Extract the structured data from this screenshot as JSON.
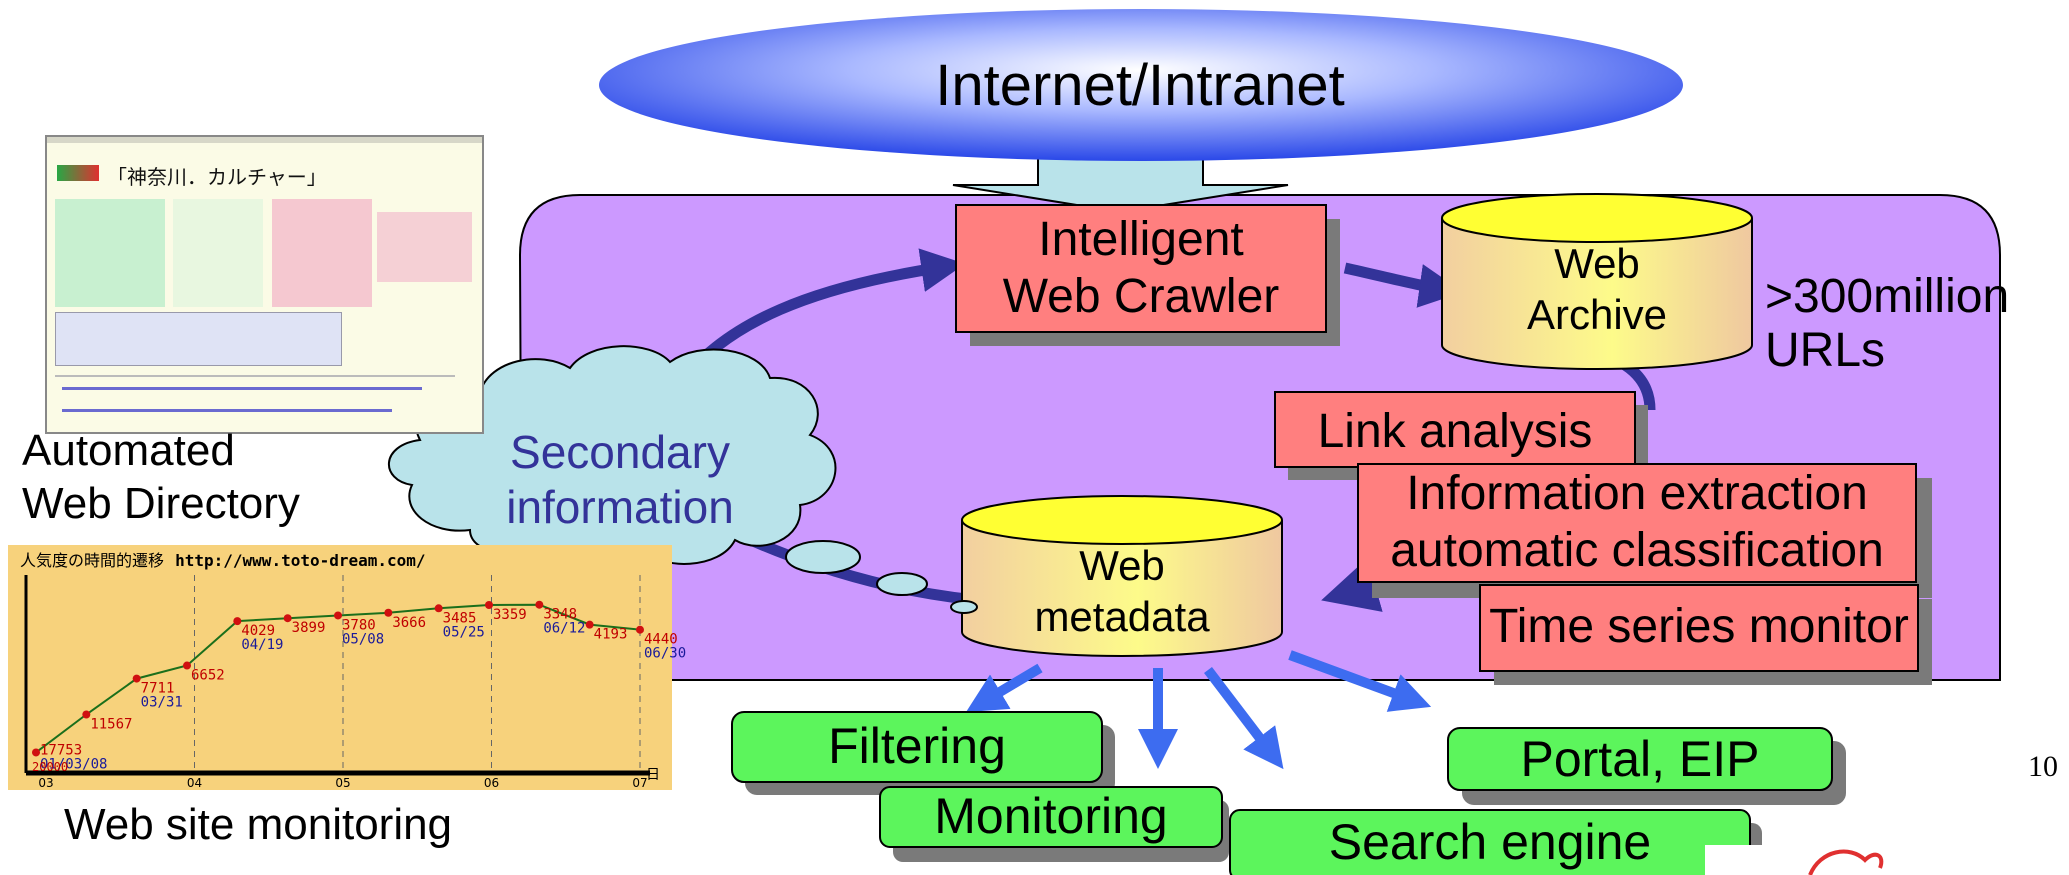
{
  "cloud_label": "Internet/Intranet",
  "crawler": {
    "line1": "Intelligent",
    "line2": "Web Crawler"
  },
  "archive": {
    "line1": "Web",
    "line2": "Archive"
  },
  "archive_size": {
    "line1": ">300million",
    "line2": "URLs"
  },
  "analysis_boxes": [
    {
      "text": "Link analysis"
    },
    {
      "line1": "Information extraction",
      "line2": "automatic classification"
    },
    {
      "text": "Time series monitor"
    }
  ],
  "metadata": {
    "line1": "Web",
    "line2": "metadata"
  },
  "secondary": {
    "line1": "Secondary",
    "line2": "information"
  },
  "directory": {
    "line1": "Automated",
    "line2": "Web Directory",
    "screenshot_title": "「神奈川．カルチャー」"
  },
  "monitoring_chart": {
    "title": "人気度の時間的遷移",
    "url": "http://www.toto-dream.com/",
    "caption": "Web site monitoring",
    "x_ticks": [
      "03",
      "04",
      "05",
      "06",
      "07"
    ],
    "axis_end": "日"
  },
  "chart_data": {
    "type": "line",
    "title": "人気度の時間的遷移",
    "x_tick_labels": [
      "03",
      "04",
      "05",
      "06",
      "07"
    ],
    "points": [
      {
        "label": "17753",
        "date": "01/03/08"
      },
      {
        "label": "11567",
        "date": ""
      },
      {
        "label": "7711",
        "date": "03/31"
      },
      {
        "label": "6652",
        "date": ""
      },
      {
        "label": "4029",
        "date": "04/19"
      },
      {
        "label": "3899",
        "date": ""
      },
      {
        "label": "3780",
        "date": "05/08"
      },
      {
        "label": "3666",
        "date": ""
      },
      {
        "label": "3485",
        "date": "05/25"
      },
      {
        "label": "3359",
        "date": ""
      },
      {
        "label": "3348",
        "date": "06/12"
      },
      {
        "label": "4193",
        "date": ""
      },
      {
        "label": "4440",
        "date": "06/30"
      }
    ],
    "y_start_label": "20000"
  },
  "outputs": [
    "Filtering",
    "Monitoring",
    "Search engine",
    "Portal, EIP"
  ],
  "page_number": "10",
  "colors": {
    "ellipse": "#3f5fe8",
    "region": "#cc99ff",
    "red_box": "#ff7f7f",
    "green_box": "#5cf55c",
    "arrow": "#333399",
    "blue_arrow": "#3d6cf0",
    "cloud": "#b9e3ea"
  }
}
